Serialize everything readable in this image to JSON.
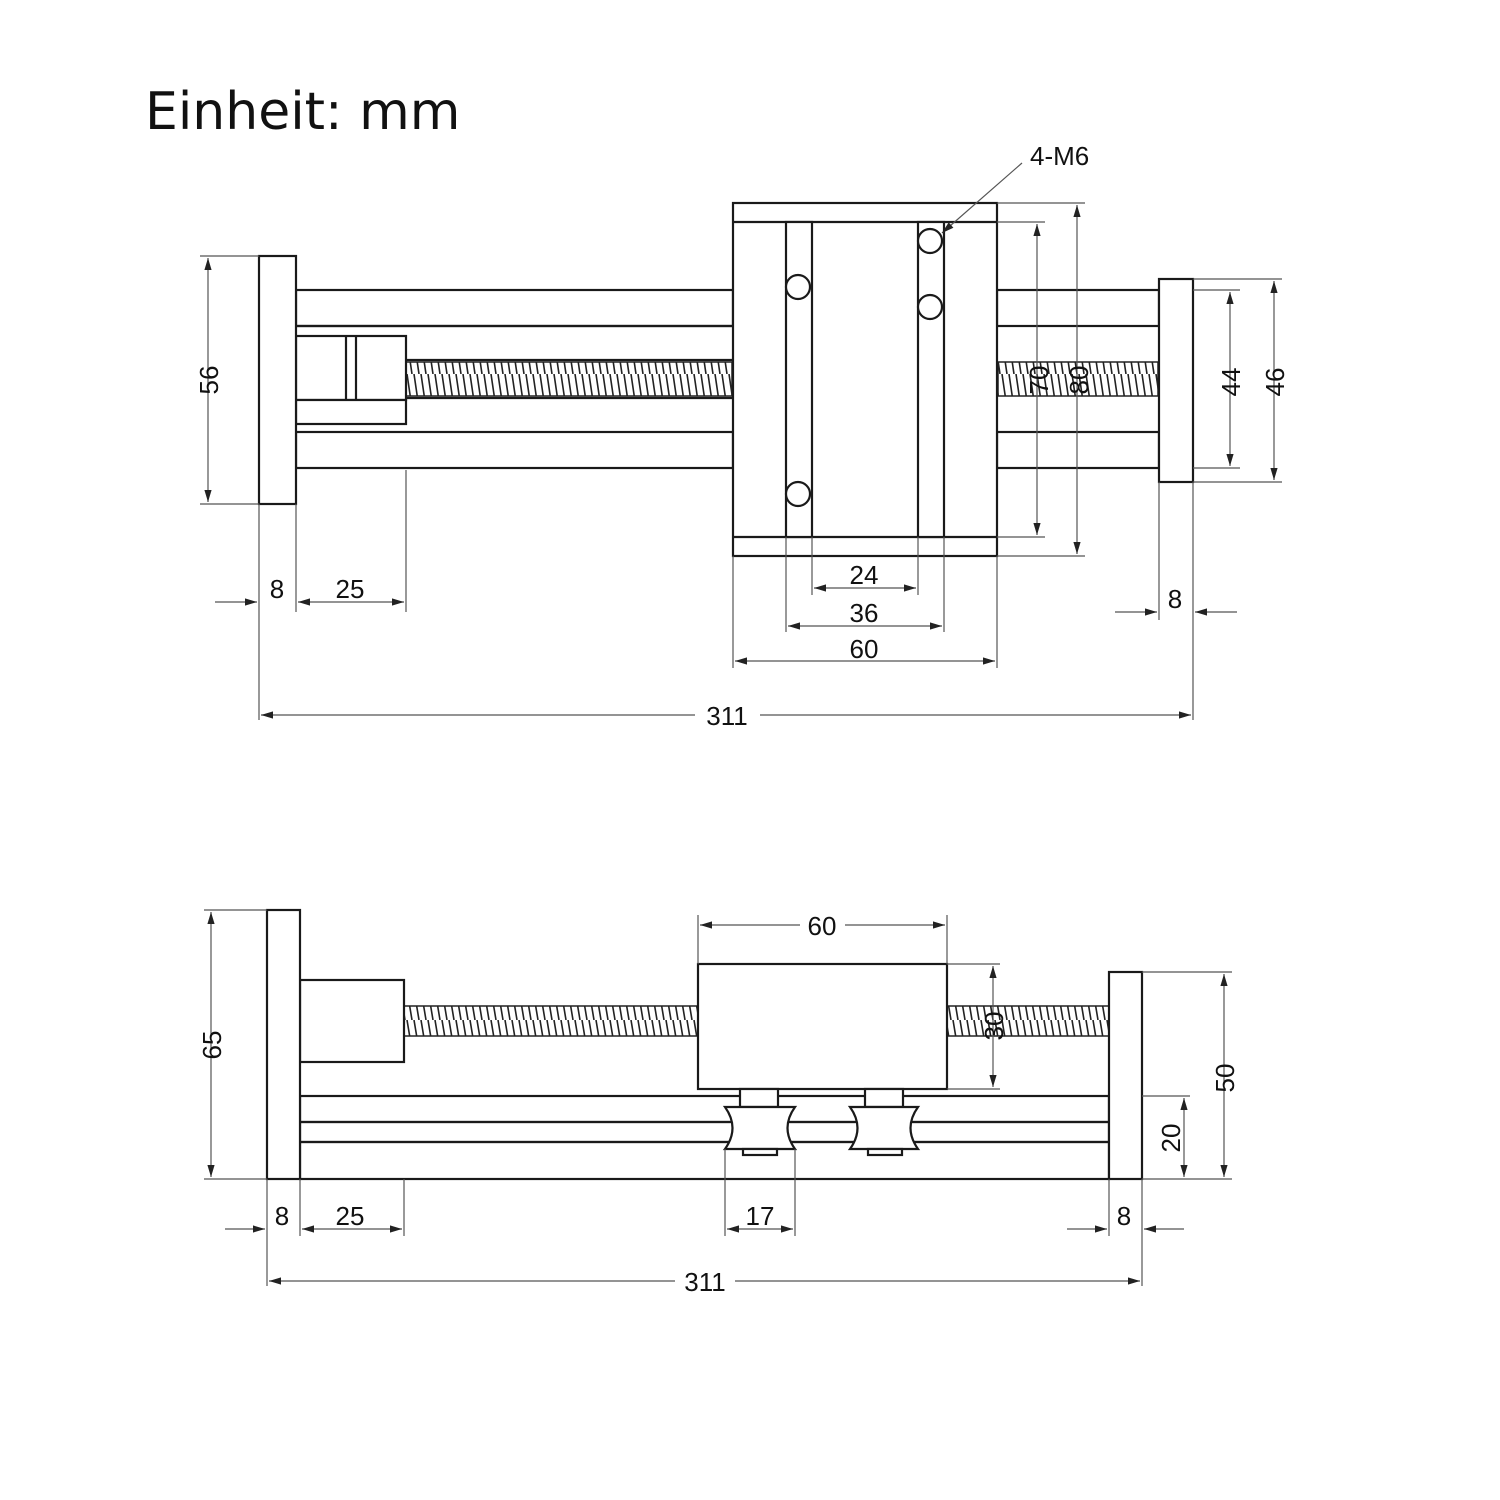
{
  "title": "Einheit: mm",
  "top_view": {
    "callout": "4-M6",
    "dims": {
      "end_plate_left_height": "56",
      "end_plate_width_left": "8",
      "motor_mount_length": "25",
      "carriage_inner_24": "24",
      "carriage_inner_36": "36",
      "carriage_width": "60",
      "carriage_height_70": "70",
      "carriage_height_80": "80",
      "end_plate_right_44": "44",
      "end_plate_right_46": "46",
      "end_plate_width_right": "8",
      "overall_length": "311"
    }
  },
  "side_view": {
    "dims": {
      "end_plate_left_height": "65",
      "carriage_width": "60",
      "carriage_height": "30",
      "end_plate_right_height": "50",
      "rail_height": "20",
      "end_plate_width_left": "8",
      "motor_mount_length": "25",
      "wheel_spacing": "17",
      "end_plate_width_right": "8",
      "overall_length": "311"
    }
  }
}
